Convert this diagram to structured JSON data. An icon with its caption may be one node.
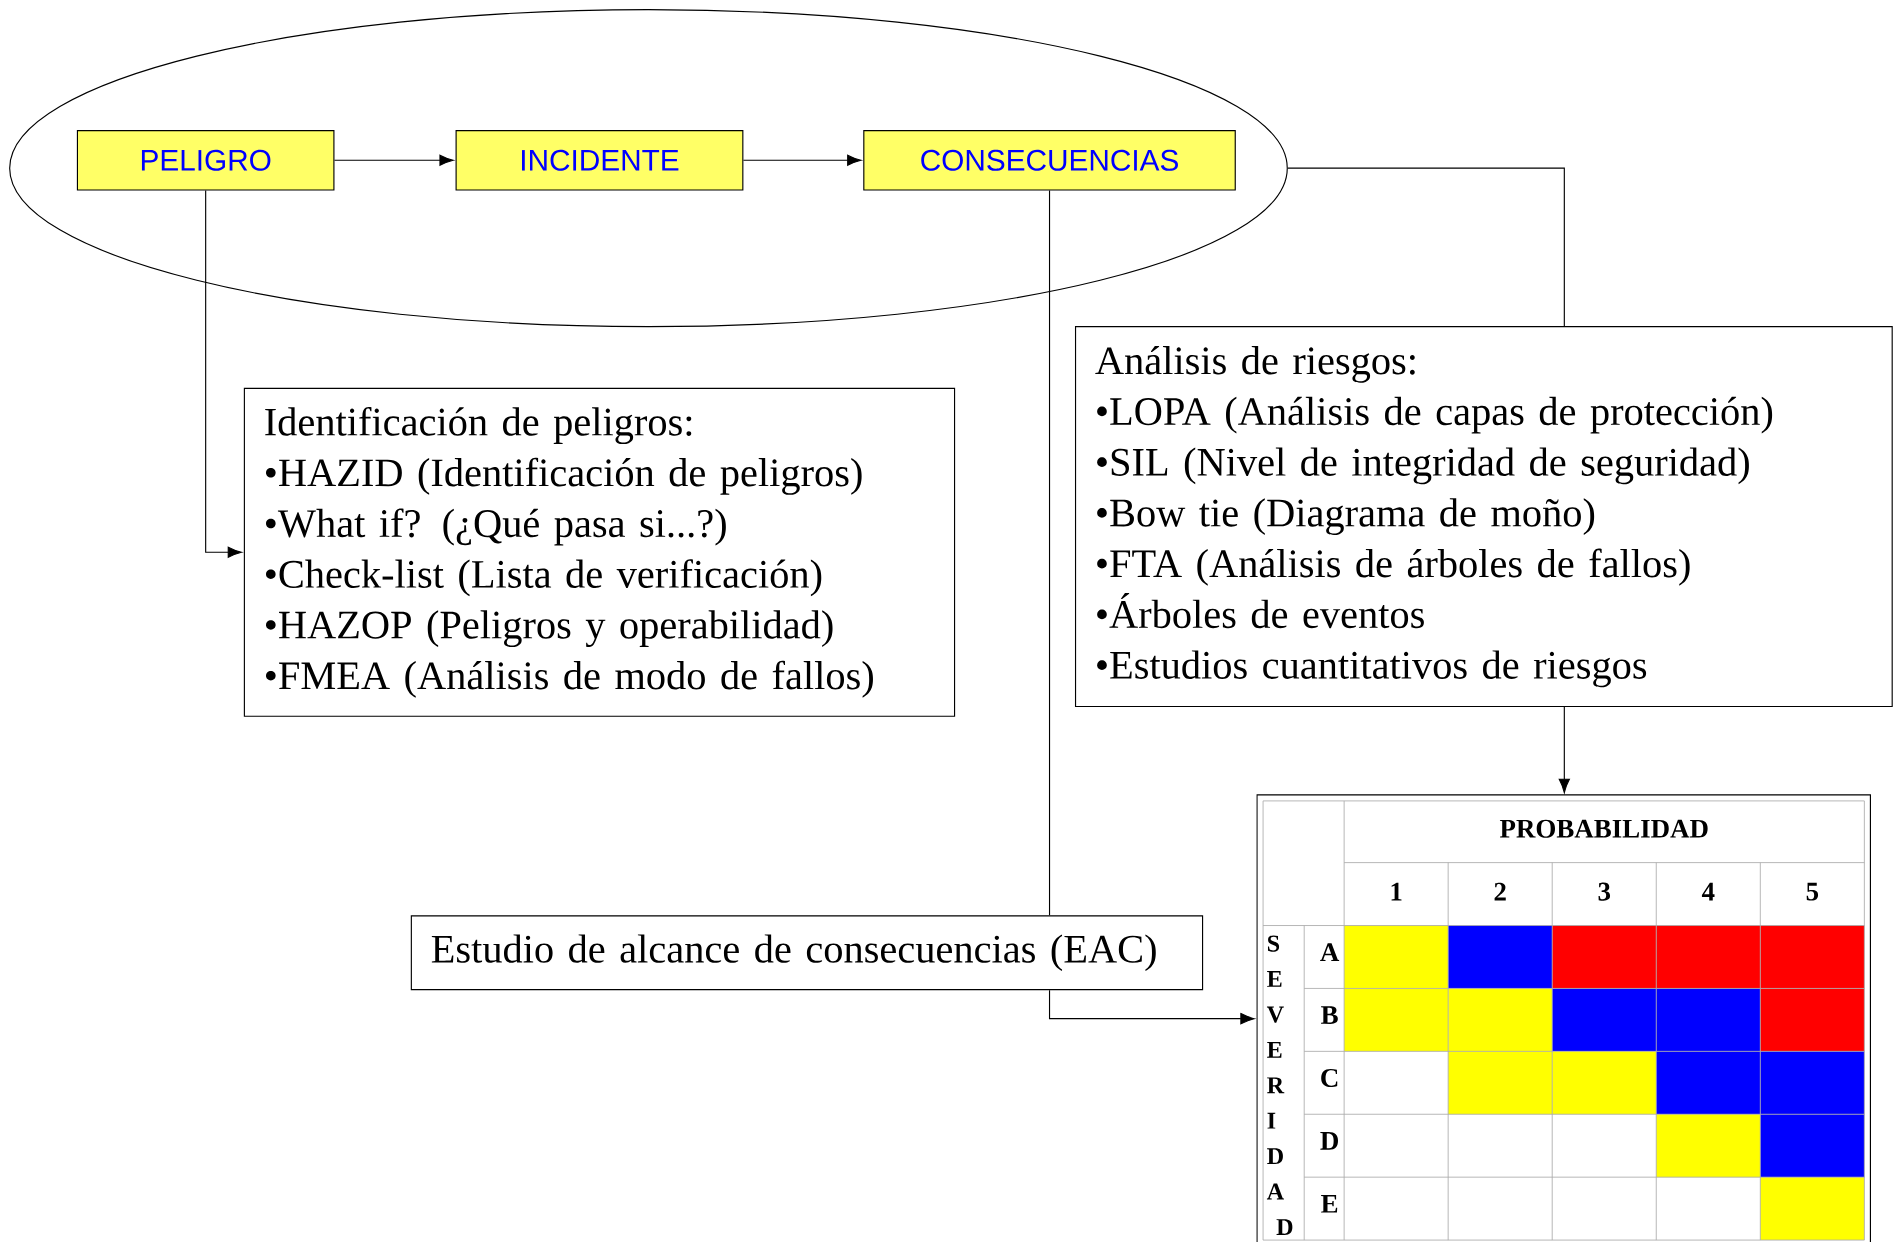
{
  "diagram": {
    "nodes": [
      {
        "text": [],
        "shape": "ellipse"
      },
      {
        "text": [
          "PELIGRO"
        ],
        "in": 0
      },
      {
        "text": [
          "INCIDENTE"
        ],
        "in": 0
      },
      {
        "text": [
          "CONSECUENCIAS"
        ],
        "in": 0
      },
      {
        "text": [
          "Identificación de peligros:",
          "•HAZID (Identificación de peligros)",
          "•What if? (¿Qué pasa si...?)",
          "•Check-list (Lista de verificación)",
          "•HAZOP (Peligros y operabilidad)",
          "•FMEA (Análisis de modo de fallos)"
        ]
      },
      {
        "text": [
          "Análisis de riesgos:",
          "•LOPA (Análisis de capas de protección)",
          "•SIL (Nivel de integridad de seguridad)",
          "•Bow tie (Diagrama de moño)",
          "•FTA (Análisis de árboles de fallos)",
          "•Árboles de eventos",
          "•Estudios cuantitativos de riesgos"
        ]
      },
      {
        "text": [
          "Estudio de alcance de consecuencias (EAC)"
        ]
      },
      {
        "text": [
          "PROBABILIDAD",
          "1",
          "2",
          "3",
          "4",
          "5",
          "SEVERIDAD",
          "A",
          "B",
          "C",
          "D",
          "E"
        ]
      }
    ],
    "edges": [
      {
        "from": 1,
        "to": 2,
        "arrow": "to"
      },
      {
        "from": 2,
        "to": 3,
        "arrow": "to"
      },
      {
        "from": 1,
        "to": 4,
        "arrow": "to"
      },
      {
        "from": 0,
        "to": 5,
        "arrow": "none"
      },
      {
        "from": 5,
        "to": 7,
        "arrow": "to"
      },
      {
        "from": 3,
        "to": 6,
        "arrow": "none"
      },
      {
        "from": 6,
        "to": 7,
        "arrow": "to"
      }
    ]
  }
}
